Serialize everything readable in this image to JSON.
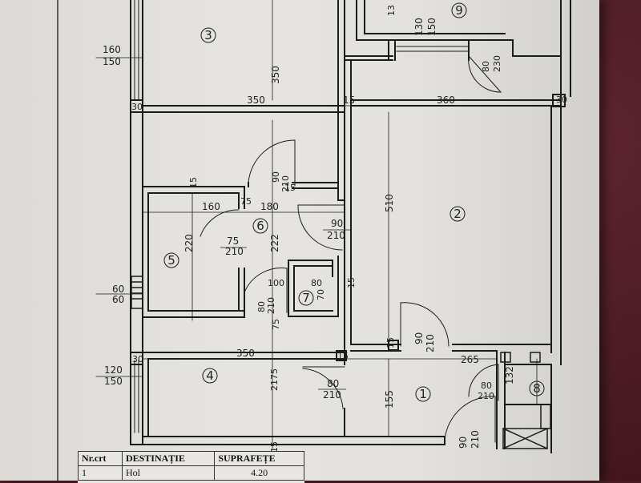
{
  "rooms": [
    {
      "id": "1",
      "label": "1"
    },
    {
      "id": "2",
      "label": "2"
    },
    {
      "id": "3",
      "label": "3"
    },
    {
      "id": "4",
      "label": "4"
    },
    {
      "id": "5",
      "label": "5"
    },
    {
      "id": "6",
      "label": "6"
    },
    {
      "id": "7",
      "label": "7"
    },
    {
      "id": "8",
      "label": "8"
    },
    {
      "id": "9",
      "label": "9"
    }
  ],
  "dimensions": {
    "d350_top": "350",
    "d350_row1": "350",
    "d15_a": "15",
    "d360": "360",
    "d30_a": "30",
    "d30_b": "30",
    "d30_c": "30",
    "d160_top": "160",
    "d150_top": "150",
    "d130": "130",
    "d150_9": "150",
    "d13": "13",
    "d80_door": "80",
    "d230": "230",
    "d510": "510",
    "d90_6": "90",
    "d210_6": "210",
    "d15_b": "15",
    "d160_5": "160",
    "d180": "180",
    "d15_c": "15",
    "d220": "220",
    "d222": "222",
    "d75": "75",
    "d210_5": "210",
    "d90_2": "90",
    "d210_2": "210",
    "d60": "60",
    "d60b": "60",
    "d100": "100",
    "d80_7": "80",
    "d70": "70",
    "d15_d": "15",
    "d80_vert": "80",
    "d210_vert": "210",
    "d75_vert": "75",
    "d350_row4": "350",
    "d15_e": "15",
    "d15_f": "15",
    "d90_r": "90",
    "d210_r": "210",
    "d265": "265",
    "d120": "120",
    "d150_4": "150",
    "d2175": "2175",
    "d80_4": "80",
    "d210_4": "210",
    "d155": "155",
    "d132": "132",
    "d80_8": "80",
    "d210_8": "210",
    "d90_bot": "90",
    "d210_bot": "210",
    "d15_bot": "15",
    "d75_small": "75"
  },
  "table": {
    "headers": [
      "Nr.crt",
      "DESTINAȚIE",
      "SUPRAFEȚE"
    ],
    "rows": [
      [
        "1",
        "Hol",
        "4.20"
      ]
    ]
  }
}
